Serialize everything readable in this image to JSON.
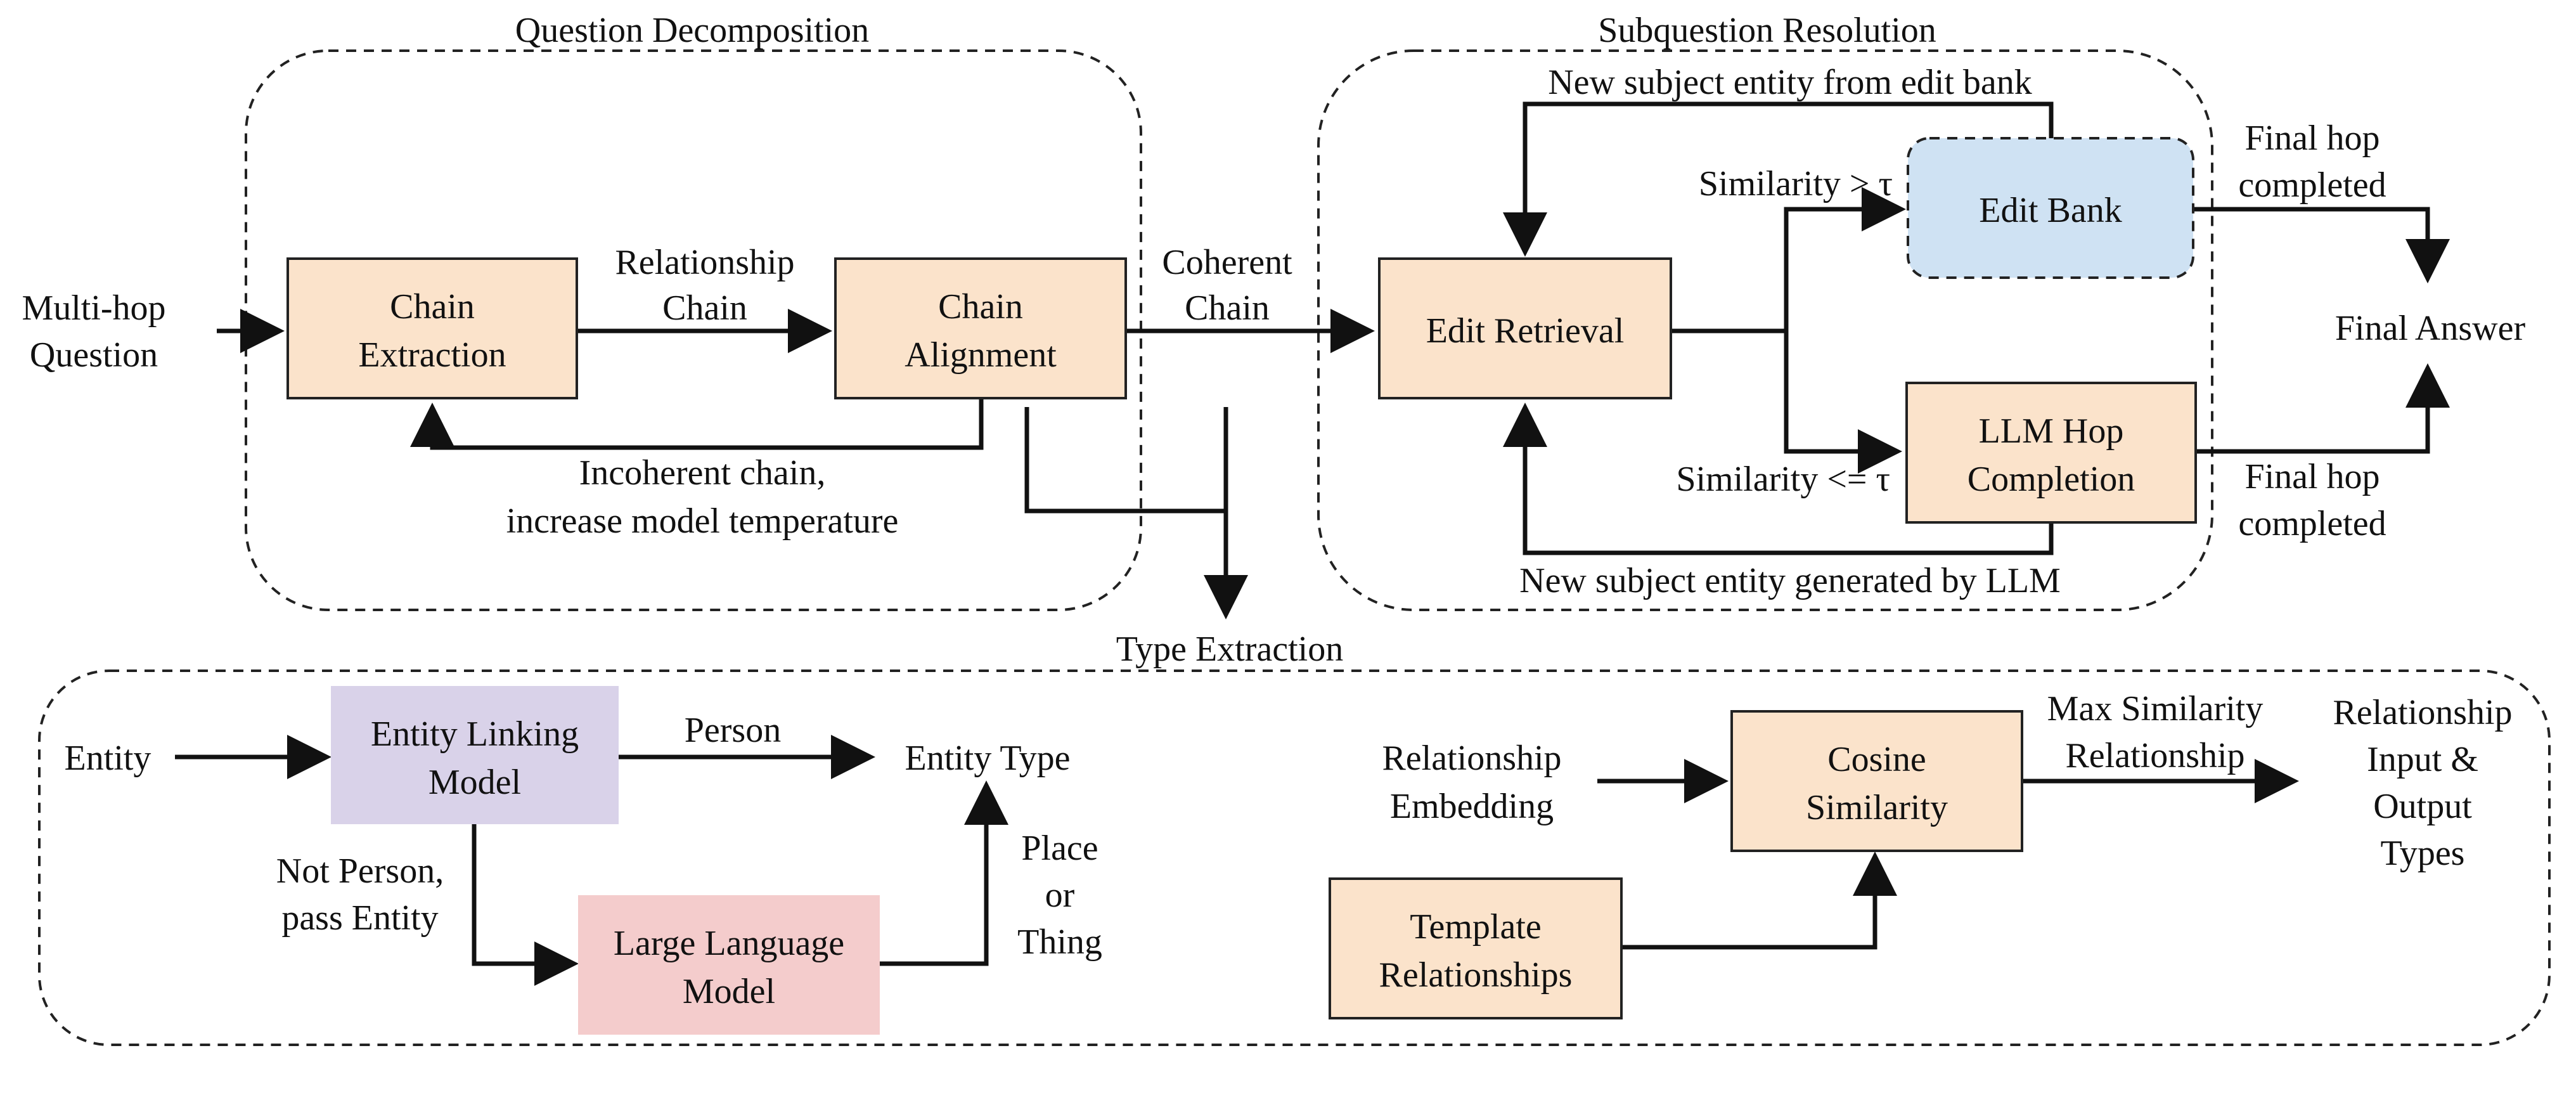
{
  "colors": {
    "process_box": "#fbe3cb",
    "edit_bank": "#cfe2f3",
    "entity_linking": "#d9d2e9",
    "llm": "#f4cccc"
  },
  "regions": {
    "question_decomposition": "Question Decomposition",
    "subquestion_resolution": "Subquestion Resolution",
    "type_extraction": "Type Extraction"
  },
  "nodes": {
    "chain_extraction": [
      "Chain",
      "Extraction"
    ],
    "chain_alignment": [
      "Chain",
      "Alignment"
    ],
    "edit_retrieval": [
      "Edit Retrieval"
    ],
    "edit_bank": [
      "Edit Bank"
    ],
    "llm_hop_completion": [
      "LLM Hop",
      "Completion"
    ],
    "entity_linking_model": [
      "Entity Linking",
      "Model"
    ],
    "large_language_model": [
      "Large Language",
      "Model"
    ],
    "cosine_similarity": [
      "Cosine",
      "Similarity"
    ],
    "template_relationships": [
      "Template",
      "Relationships"
    ]
  },
  "labels": {
    "multi_hop_question": [
      "Multi-hop",
      "Question"
    ],
    "relationship_chain": [
      "Relationship",
      "Chain"
    ],
    "coherent_chain": [
      "Coherent",
      "Chain"
    ],
    "incoherent_chain": [
      "Incoherent chain,",
      "increase model temperature"
    ],
    "new_subject_edit_bank": "New subject entity from edit bank",
    "new_subject_llm": "New subject entity generated by LLM",
    "similarity_gt": "Similarity > τ",
    "similarity_le": "Similarity <= τ",
    "final_hop_completed_top": [
      "Final hop",
      "completed"
    ],
    "final_hop_completed_bottom": [
      "Final hop",
      "completed"
    ],
    "final_answer": "Final Answer",
    "entity": "Entity",
    "person": "Person",
    "entity_type": "Entity Type",
    "not_person": [
      "Not Person,",
      "pass Entity"
    ],
    "place_or_thing": [
      "Place",
      "or",
      "Thing"
    ],
    "relationship_embedding": [
      "Relationship",
      "Embedding"
    ],
    "max_similarity": [
      "Max Similarity",
      "Relationship"
    ],
    "relationship_io_types": [
      "Relationship",
      "Input &",
      "Output",
      "Types"
    ]
  }
}
